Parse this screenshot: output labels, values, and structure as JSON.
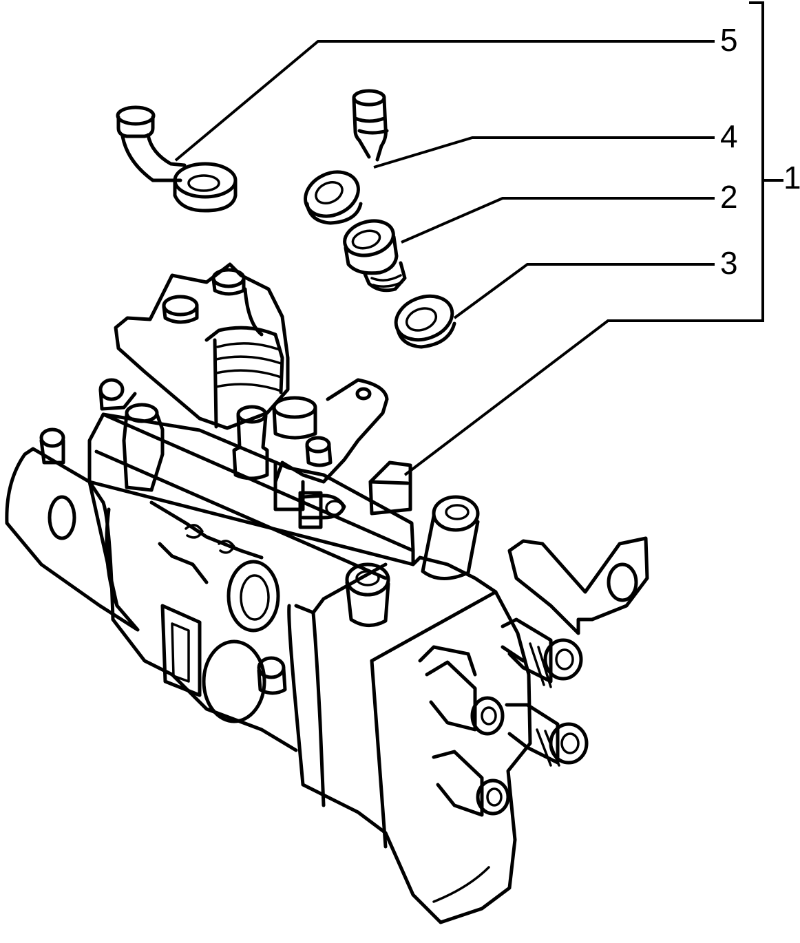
{
  "callouts": {
    "c1": "1",
    "c2": "2",
    "c3": "3",
    "c4": "4",
    "c5": "5"
  },
  "parts": [
    {
      "number": "1",
      "ref": "injection-pump-assembly"
    },
    {
      "number": "2",
      "ref": "banjo-bolt"
    },
    {
      "number": "3",
      "ref": "sealing-washer"
    },
    {
      "number": "4",
      "ref": "banjo-pipe-upper"
    },
    {
      "number": "5",
      "ref": "banjo-pipe-left"
    }
  ],
  "colors": {
    "line": "#000000",
    "background": "#ffffff"
  }
}
